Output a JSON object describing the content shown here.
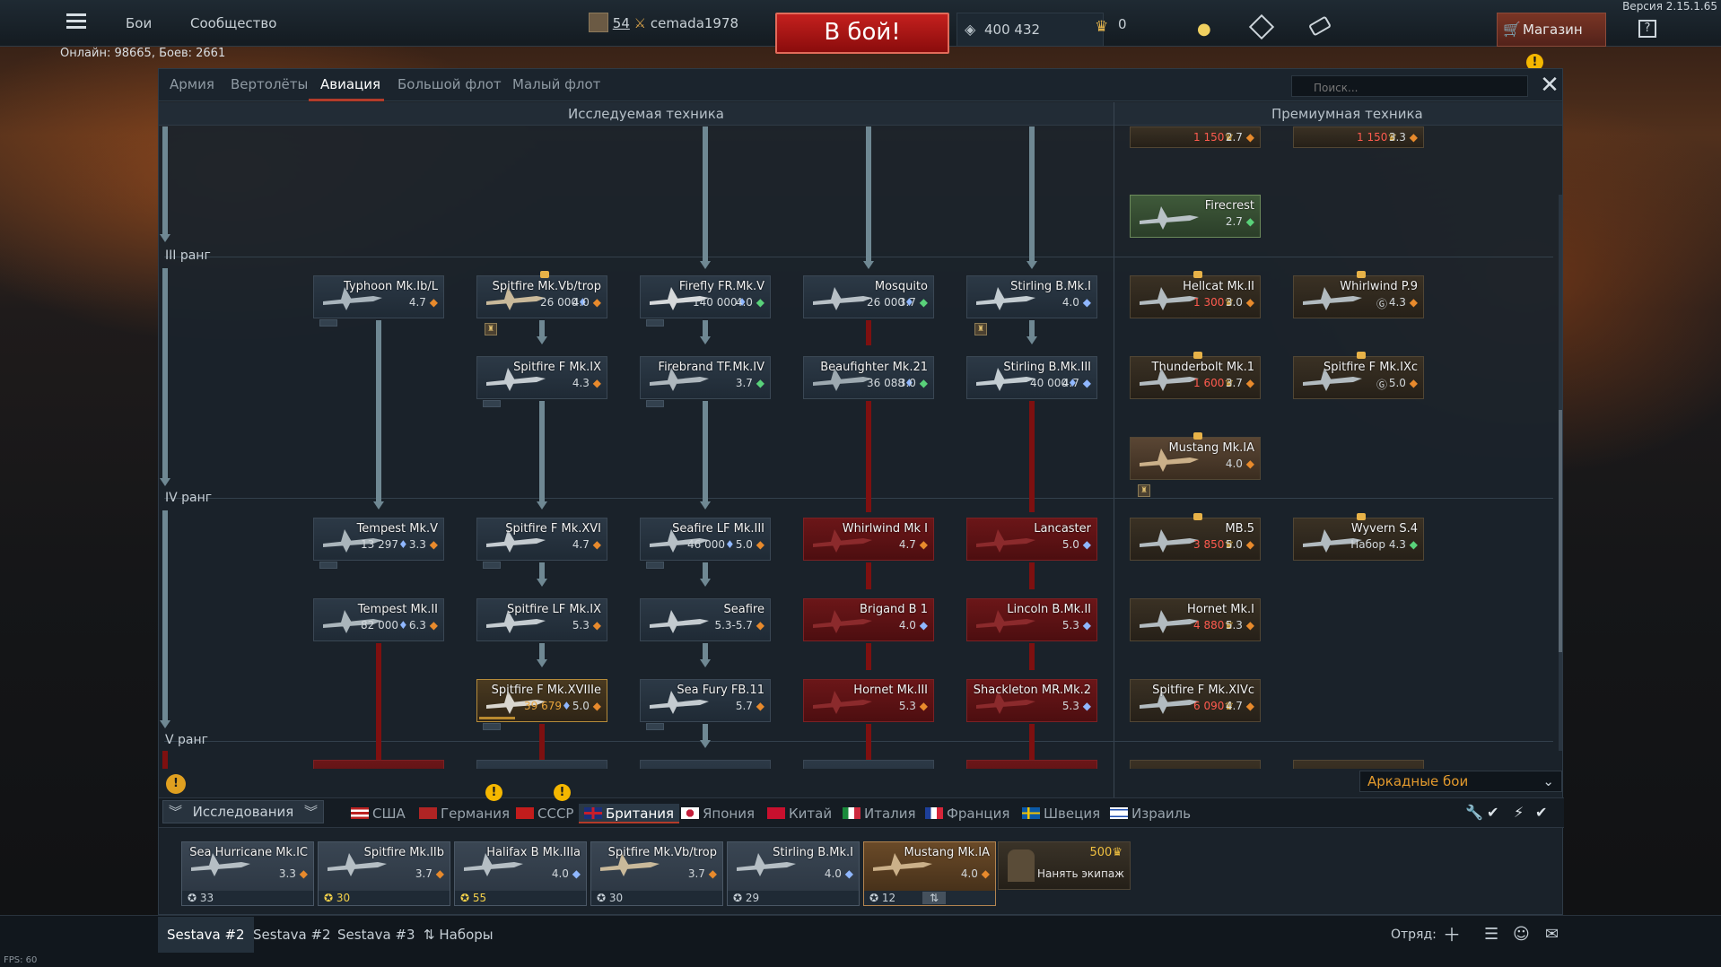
{
  "version": "Версия 2.15.1.65",
  "online": "Онлайн: 98665, Боев: 2661",
  "topbar": {
    "battles": "Бои",
    "community": "Сообщество",
    "level": "54",
    "username": "cemada1978",
    "fight": "В бой!",
    "silver": "400 432",
    "gold": "0",
    "shop": "Магазин",
    "help": "?"
  },
  "tabs": [
    "Армия",
    "Вертолёты",
    "Авиация",
    "Большой флот",
    "Малый флот"
  ],
  "search_placeholder": "Поиск...",
  "close": "✕",
  "headers": {
    "researched": "Исследуемая техника",
    "premium": "Премиумная техника"
  },
  "ranks": [
    "III ранг",
    "IV ранг",
    "V ранг"
  ],
  "tree_cards": [
    {
      "name": "Typhoon Mk.Ib/L",
      "br": "4.7"
    },
    {
      "name": "Spitfire Mk.Vb/trop",
      "price": "26 000",
      "br": "4.0"
    },
    {
      "name": "Firefly FR.Mk.V",
      "price": "140 000",
      "br": "4.0"
    },
    {
      "name": "Mosquito",
      "price": "26 000",
      "br": "3.7"
    },
    {
      "name": "Stirling B.Mk.I",
      "br": "4.0"
    },
    {
      "name": "Spitfire F Mk.IX",
      "br": "4.3"
    },
    {
      "name": "Firebrand TF.Mk.IV",
      "br": "3.7"
    },
    {
      "name": "Beaufighter Mk.21",
      "price": "36 088",
      "br": "3.0"
    },
    {
      "name": "Stirling B.Mk.III",
      "price": "40 000",
      "br": "4.7"
    },
    {
      "name": "Tempest Mk.V",
      "price": "13 297",
      "br": "3.3"
    },
    {
      "name": "Spitfire F Mk.XVI",
      "br": "4.7"
    },
    {
      "name": "Seafire LF Mk.III",
      "price": "46 000",
      "br": "5.0"
    },
    {
      "name": "Whirlwind Mk I",
      "br": "4.7"
    },
    {
      "name": "Lancaster",
      "br": "5.0"
    },
    {
      "name": "Tempest Mk.II",
      "price": "82 000",
      "br": "6.3"
    },
    {
      "name": "Spitfire LF Mk.IX",
      "br": "5.3"
    },
    {
      "name": "Seafire",
      "br": "5.3-5.7"
    },
    {
      "name": "Brigand B 1",
      "br": "4.0"
    },
    {
      "name": "Lincoln B.Mk.II",
      "br": "5.3"
    },
    {
      "name": "Spitfire F Mk.XVIIIe",
      "price": "39 679",
      "br": "5.0"
    },
    {
      "name": "Sea Fury FB.11",
      "br": "5.7"
    },
    {
      "name": "Hornet Mk.III",
      "br": "5.3"
    },
    {
      "name": "Shackleton MR.Mk.2",
      "br": "5.3"
    }
  ],
  "premium_cards": [
    {
      "name": "",
      "price": "1 150",
      "br": "2.7"
    },
    {
      "name": "",
      "price": "1 150",
      "br": "3.3"
    },
    {
      "name": "Firecrest",
      "br": "2.7"
    },
    {
      "name": "Hellcat Mk.II",
      "price": "1 300",
      "br": "3.0"
    },
    {
      "name": "Whirlwind P.9",
      "price": "",
      "br": "4.3"
    },
    {
      "name": "Thunderbolt Mk.1",
      "price": "1 600",
      "br": "3.7"
    },
    {
      "name": "Spitfire F Mk.IXc",
      "price": "",
      "br": "5.0"
    },
    {
      "name": "Mustang Mk.IA",
      "br": "4.0"
    },
    {
      "name": "MB.5",
      "price": "3 850",
      "br": "5.0"
    },
    {
      "name": "Wyvern S.4",
      "price": "Набор",
      "br": "4.3"
    },
    {
      "name": "Hornet Mk.I",
      "price": "4 880",
      "br": "5.3"
    },
    {
      "name": "Spitfire F Mk.XIVc",
      "price": "6 090",
      "br": "4.7"
    }
  ],
  "game_mode": "Аркадные бои",
  "research_label": "Исследования",
  "nations": [
    "США",
    "Германия",
    "СССР",
    "Британия",
    "Япония",
    "Китай",
    "Италия",
    "Франция",
    "Швеция",
    "Израиль"
  ],
  "slots": [
    {
      "name": "Sea Hurricane Mk.IC",
      "br": "3.3",
      "crew": "33"
    },
    {
      "name": "Spitfire Mk.IIb",
      "br": "3.7",
      "crew": "30"
    },
    {
      "name": "Halifax B Mk.IIIa",
      "br": "4.0",
      "crew": "55"
    },
    {
      "name": "Spitfire Mk.Vb/trop",
      "br": "3.7",
      "crew": "30"
    },
    {
      "name": "Stirling B.Mk.I",
      "br": "4.0",
      "crew": "29"
    },
    {
      "name": "Mustang Mk.IA",
      "br": "4.0",
      "crew": "12"
    }
  ],
  "hire": {
    "cost": "500",
    "label": "Нанять экипаж"
  },
  "presets": [
    "Sestava #2",
    "Sestava #2",
    "Sestava #3",
    "Наборы"
  ],
  "squad": "Отряд:",
  "fps": "FPS: 60",
  "colors": {
    "accent": "#b33b2a",
    "fight": "#c4201e",
    "locked": "#6b1618",
    "mode": "#e39a2d"
  }
}
